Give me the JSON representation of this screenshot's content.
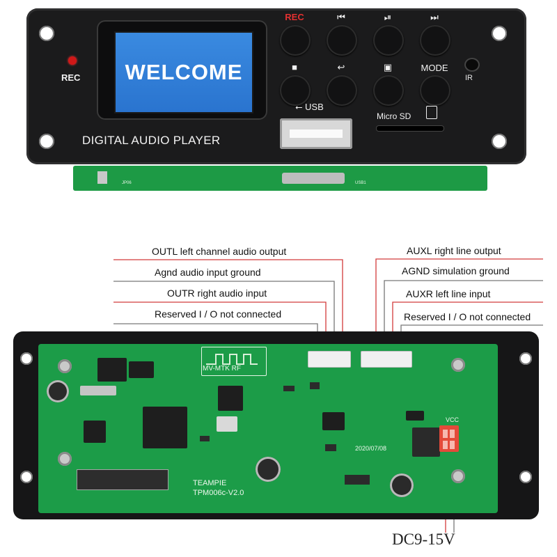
{
  "front_panel": {
    "lcd_text": "WELCOME",
    "model_name": "DIGITAL AUDIO PLAYER",
    "rec_led_label": "REC",
    "ir_label": "IR",
    "usb_label": "USB",
    "sd_label": "Micro SD",
    "buttons": {
      "rec": "REC",
      "prev": "⏮",
      "play_pause": "⏯",
      "next": "⏭",
      "stop": "■",
      "repeat": "↩",
      "folder": "▣",
      "mode": "MODE"
    }
  },
  "annotations_left": [
    "OUTL left channel audio output",
    "Agnd audio input ground",
    "OUTR right audio input",
    "Reserved I / O not connected"
  ],
  "annotations_right": [
    "AUXL right line output",
    "AGND simulation ground",
    "AUXR left line input",
    "Reserved I / O not connected"
  ],
  "board_silk": {
    "bt_module": "MV-MTK RF",
    "brand": "TEAMPIE",
    "model": "TPM006c-V2.0",
    "date": "2020/07/08",
    "vcc": "VCC"
  },
  "power_label": "DC9-15V",
  "colors": {
    "panel": "#1b1b1c",
    "lcd": "#2e7fd8",
    "pcb": "#1c9c48",
    "rec_red": "#e33030",
    "annotation_line": "#d23a3a"
  }
}
